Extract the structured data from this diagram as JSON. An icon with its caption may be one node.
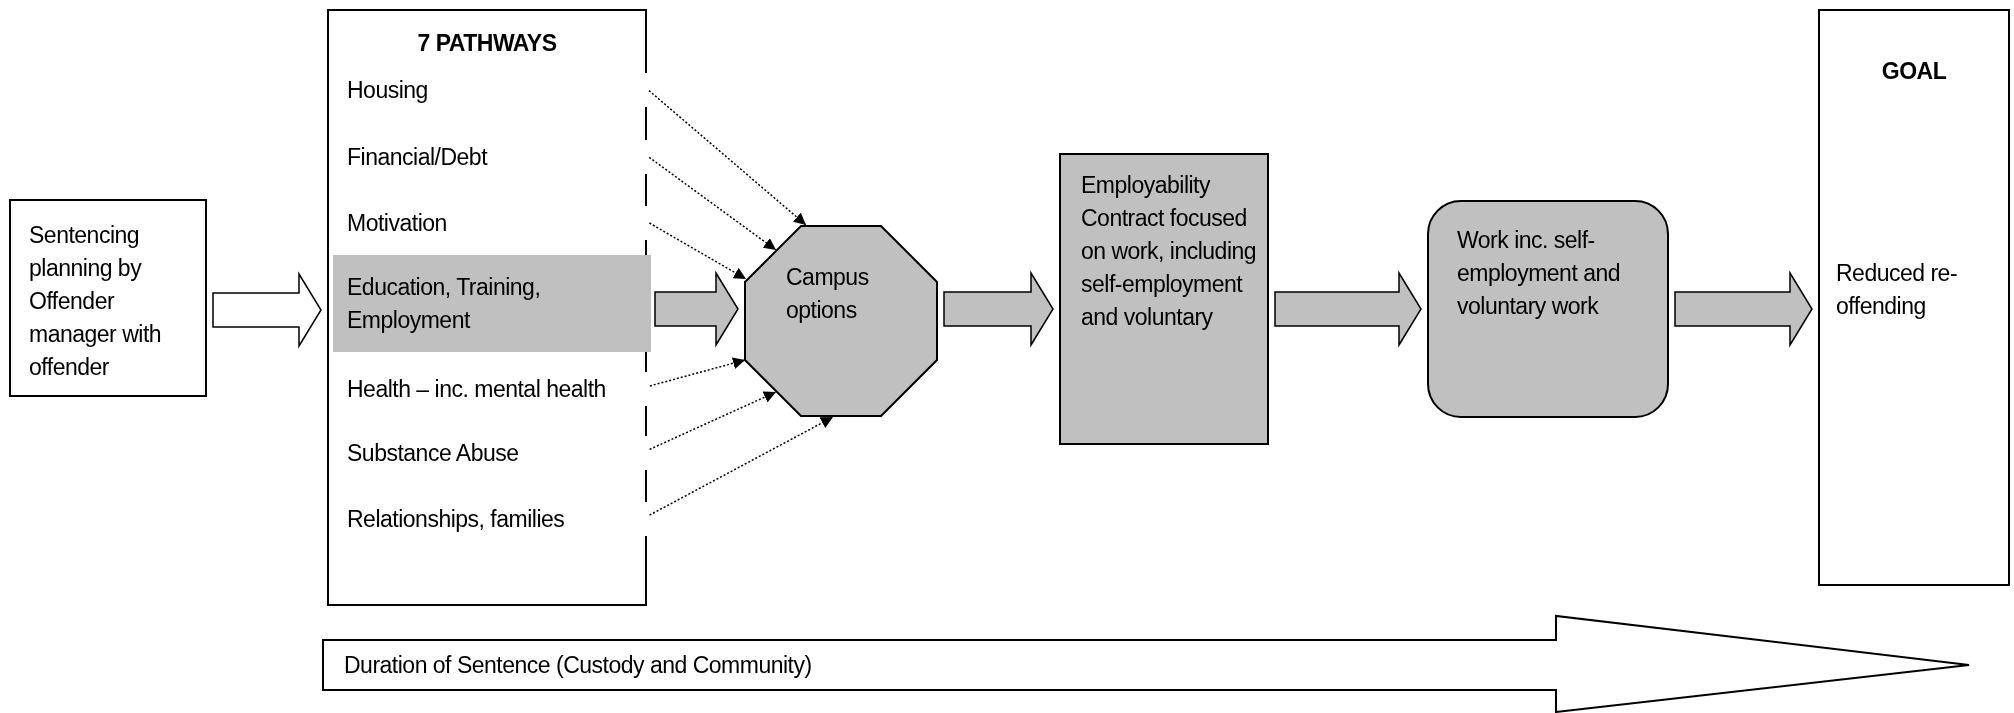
{
  "diagram": {
    "nodes": [
      {
        "text": [
          "Sentencing planning by Offender manager with offender"
        ]
      },
      {
        "text": [
          "7 PATHWAYS"
        ]
      },
      {
        "text": [
          "Housing"
        ],
        "in": 1
      },
      {
        "text": [
          "Financial/Debt"
        ],
        "in": 1
      },
      {
        "text": [
          "Motivation"
        ],
        "in": 1
      },
      {
        "text": [
          "Education, Training, Employment"
        ],
        "in": 1
      },
      {
        "text": [
          "Health – inc. mental health"
        ],
        "in": 1
      },
      {
        "text": [
          "Substance Abuse"
        ],
        "in": 1
      },
      {
        "text": [
          "Relationships, families"
        ],
        "in": 1
      },
      {
        "text": [
          "Campus options"
        ]
      },
      {
        "text": [
          "Employability Contract focused on work, including self-employment and voluntary"
        ]
      },
      {
        "text": [
          "Work inc. self-employment and voluntary work"
        ]
      },
      {
        "text": [
          "GOAL",
          "Reduced re-offending"
        ]
      },
      {
        "text": [
          "Duration of Sentence (Custody and Community)"
        ]
      }
    ],
    "edges": [
      {
        "from": 0,
        "to": 1,
        "arrow": "to"
      },
      {
        "from": 2,
        "to": 9,
        "arrow": "to",
        "style": "dashed"
      },
      {
        "from": 3,
        "to": 9,
        "arrow": "to",
        "style": "dashed"
      },
      {
        "from": 4,
        "to": 9,
        "arrow": "to",
        "style": "dashed"
      },
      {
        "from": 5,
        "to": 9,
        "arrow": "to"
      },
      {
        "from": 6,
        "to": 9,
        "arrow": "to",
        "style": "dashed"
      },
      {
        "from": 7,
        "to": 9,
        "arrow": "to",
        "style": "dashed"
      },
      {
        "from": 8,
        "to": 9,
        "arrow": "to",
        "style": "dashed"
      },
      {
        "from": 9,
        "to": 10,
        "arrow": "to"
      },
      {
        "from": 10,
        "to": 11,
        "arrow": "to"
      },
      {
        "from": 11,
        "to": 12,
        "arrow": "to"
      }
    ]
  }
}
